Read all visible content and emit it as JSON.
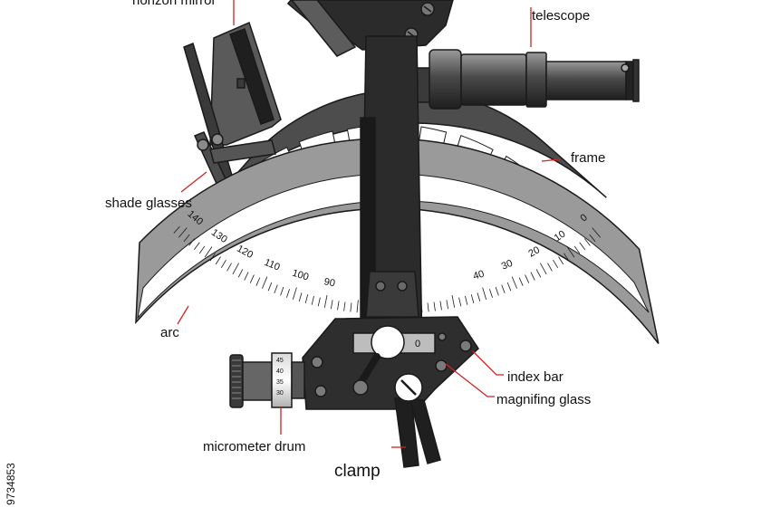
{
  "labels": {
    "horizon_mirror": "horizon mirror",
    "telescope": "telescope",
    "frame": "frame",
    "shade_glasses": "shade glasses",
    "arc": "arc",
    "index_bar": "index bar",
    "magnifying_glass": "magnifing glass",
    "micrometer_drum": "micrometer drum",
    "clamp": "clamp"
  },
  "arc_scale": [
    "140",
    "130",
    "120",
    "110",
    "100",
    "90",
    "40",
    "30",
    "20",
    "10",
    "0"
  ],
  "drum_scale": [
    "45",
    "40",
    "35",
    "30"
  ],
  "index_window": [
    "0",
    "0"
  ],
  "side_text": "9734853",
  "colors": {
    "frame": "#4d4d4d",
    "arc": "#9a9a9a",
    "index_bar": "#2b2b2b",
    "leader": "#d42222"
  }
}
